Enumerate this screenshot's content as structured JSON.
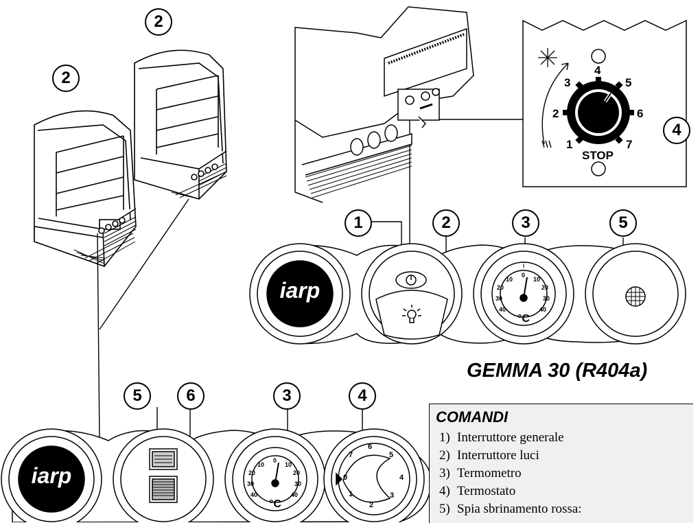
{
  "callouts": {
    "cabinet_left": "2",
    "cabinet_right": "2",
    "thermostat_detail": "4",
    "top_panel": [
      "1",
      "2",
      "3",
      "5"
    ],
    "bottom_panel": [
      "5",
      "6",
      "3",
      "4"
    ]
  },
  "brand_logo": "iarp",
  "thermostat_knob": {
    "numbers": [
      "1",
      "2",
      "3",
      "4",
      "5",
      "6",
      "7"
    ],
    "stop_label": "STOP"
  },
  "thermometer_scale": [
    "40",
    "30",
    "20",
    "10",
    "0",
    "10",
    "20",
    "30",
    "40"
  ],
  "thermometer_unit": "°C",
  "bottom_thermostat_scale": [
    "0",
    "1",
    "2",
    "3",
    "4",
    "5",
    "6",
    "7"
  ],
  "model_title": "GEMMA 30 (R404a)",
  "legend": {
    "title": "COMANDI",
    "items": [
      {
        "num": "1)",
        "text": "Interruttore generale"
      },
      {
        "num": "2)",
        "text": "Interruttore luci"
      },
      {
        "num": "3)",
        "text": "Termometro"
      },
      {
        "num": "4)",
        "text": "Termostato"
      },
      {
        "num": "5)",
        "text": "Spia sbrinamento rossa:"
      }
    ]
  },
  "icons": [
    "snowflake-icon",
    "power-icon",
    "light-bulb-icon",
    "defrost-lamp-icon"
  ]
}
